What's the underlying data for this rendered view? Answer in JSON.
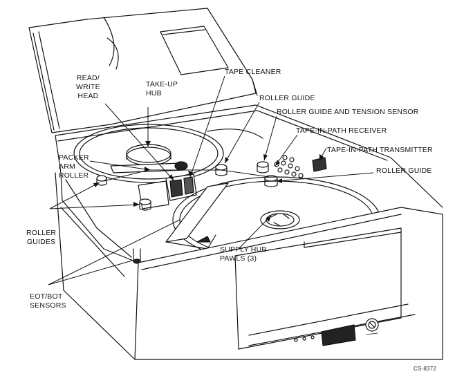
{
  "labels": {
    "read_write_head": [
      "READ/",
      "WRITE",
      "HEAD"
    ],
    "take_up_hub": [
      "TAKE-UP",
      "HUB"
    ],
    "tape_cleaner": "TAPE CLEANER",
    "roller_guide_top": "ROLLER GUIDE",
    "roller_guide_tension_sensor": "ROLLER GUIDE AND TENSION SENSOR",
    "tape_in_path_receiver": "TAPE-IN-PATH RECEIVER",
    "tape_in_path_transmitter": "TAPE-IN-PATH TRANSMITTER",
    "roller_guide_right": "ROLLER GUIDE",
    "packer_arm_roller": [
      "PACKER",
      "ARM",
      "ROLLER"
    ],
    "roller_guides": [
      "ROLLER",
      "GUIDES"
    ],
    "supply_hub_pawls": [
      "SUPPLY HUB",
      "PAWLS (3)"
    ],
    "eot_bot_sensors": [
      "EOT/BOT",
      "SENSORS"
    ]
  },
  "figure_code": "CS-8372"
}
